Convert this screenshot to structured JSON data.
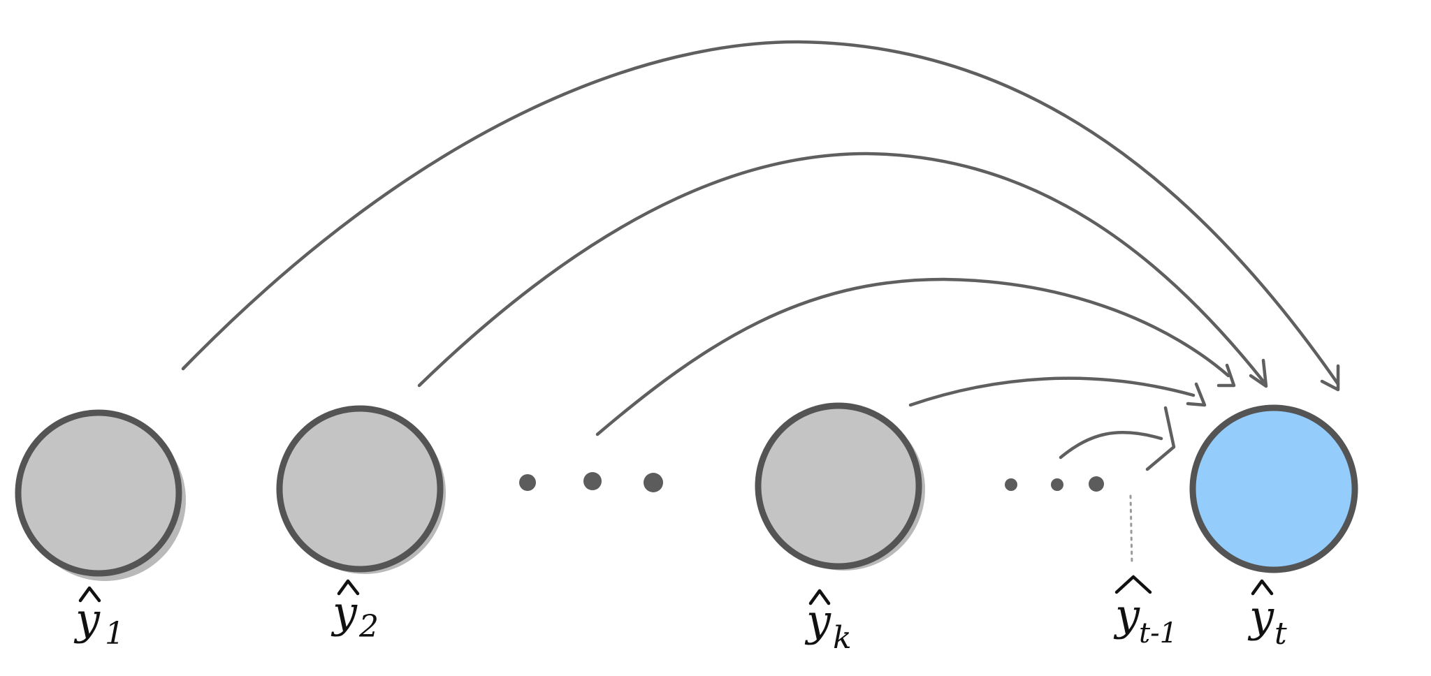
{
  "diagram": {
    "nodes": [
      {
        "id": "y1",
        "symbol": "y",
        "subscript": "1",
        "fill": "#c4c4c4"
      },
      {
        "id": "y2",
        "symbol": "y",
        "subscript": "2",
        "fill": "#c4c4c4"
      },
      {
        "id": "yk",
        "symbol": "y",
        "subscript": "k",
        "fill": "#c4c4c4"
      },
      {
        "id": "yt-1",
        "symbol": "y",
        "subscript": "t-1",
        "fill": null
      },
      {
        "id": "yt",
        "symbol": "y",
        "subscript": "t",
        "fill": "#94ccfb"
      }
    ],
    "edges": [
      {
        "from": "y1",
        "to": "yt"
      },
      {
        "from": "y2",
        "to": "yt"
      },
      {
        "from": "...",
        "to": "yt"
      },
      {
        "from": "yk",
        "to": "yt"
      },
      {
        "from": "yt-1",
        "to": "yt"
      }
    ],
    "colors": {
      "past_node": "#c4c4c4",
      "current_node": "#94ccfb",
      "outline": "#545454",
      "edge": "#5f5f5f"
    }
  }
}
